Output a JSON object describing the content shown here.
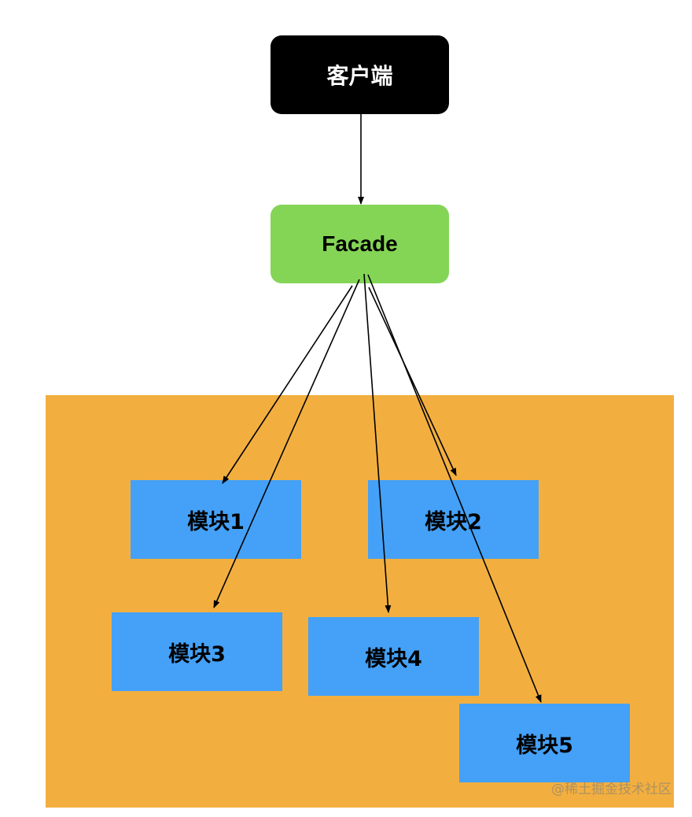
{
  "diagram": {
    "client": {
      "label": "客户端",
      "color": "#000000"
    },
    "facade": {
      "label": "Facade",
      "color": "#84d556"
    },
    "subsystem": {
      "color": "#f2af40"
    },
    "modules": [
      {
        "id": "m1",
        "label": "模块1"
      },
      {
        "id": "m2",
        "label": "模块2"
      },
      {
        "id": "m3",
        "label": "模块3"
      },
      {
        "id": "m4",
        "label": "模块4"
      },
      {
        "id": "m5",
        "label": "模块5"
      }
    ],
    "module_color": "#44a1f7",
    "edges": [
      {
        "from": "客户端",
        "to": "Facade"
      },
      {
        "from": "Facade",
        "to": "模块1"
      },
      {
        "from": "Facade",
        "to": "模块2"
      },
      {
        "from": "Facade",
        "to": "模块3"
      },
      {
        "from": "Facade",
        "to": "模块4"
      },
      {
        "from": "Facade",
        "to": "模块5"
      }
    ]
  },
  "watermark": "@稀土掘金技术社区"
}
